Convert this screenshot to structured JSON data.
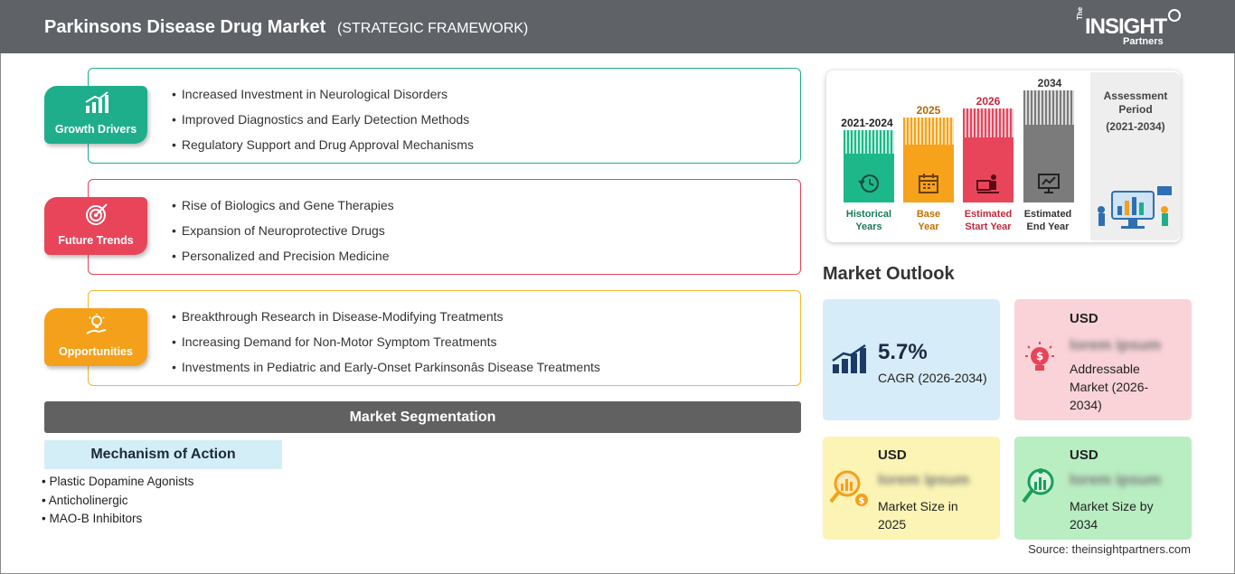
{
  "header": {
    "title": "Parkinsons Disease Drug Market",
    "subtitle": "(STRATEGIC FRAMEWORK)",
    "logo_the": "The",
    "logo_main": "INSIGHT",
    "logo_sub": "Partners"
  },
  "categories": [
    {
      "label": "Growth Drivers",
      "color": "#1fae8c",
      "icon": "bar-growth-icon",
      "items": [
        "Increased Investment in Neurological Disorders",
        "Improved Diagnostics and Early Detection Methods",
        "Regulatory Support and Drug Approval Mechanisms"
      ]
    },
    {
      "label": "Future Trends",
      "color": "#e8455a",
      "icon": "target-icon",
      "items": [
        "Rise of Biologics and Gene Therapies",
        "Expansion of Neuroprotective Drugs",
        "Personalized and Precision Medicine"
      ]
    },
    {
      "label": "Opportunities",
      "color": "#f5a01a",
      "icon": "lightbulb-hand-icon",
      "items": [
        "Breakthrough Research in Disease-Modifying Treatments",
        "Increasing Demand for Non-Motor Symptom Treatments",
        "Investments in Pediatric and Early-Onset Parkinsonâs Disease Treatments"
      ]
    }
  ],
  "segmentation": {
    "title": "Market Segmentation",
    "heading": "Mechanism of Action",
    "items": [
      "Plastic Dopamine Agonists",
      "Anticholinergic",
      "MAO-B Inhibitors"
    ]
  },
  "timeline": {
    "columns": [
      {
        "year": "2021-2024",
        "caption1": "Historical",
        "caption2": "Years",
        "color": "#1db889",
        "year_color": "#1a7a5c",
        "icon": "history-icon"
      },
      {
        "year": "2025",
        "caption1": "Base",
        "caption2": "Year",
        "color": "#f7a21b",
        "year_color": "#b36b00",
        "icon": "calendar-icon"
      },
      {
        "year": "2026",
        "caption1": "Estimated",
        "caption2": "Start Year",
        "color": "#e8455a",
        "year_color": "#c2283d",
        "icon": "presentation-icon"
      },
      {
        "year": "2034",
        "caption1": "Estimated",
        "caption2": "End Year",
        "color": "#7b7b7b",
        "year_color": "#333333",
        "icon": "monitor-chart-icon"
      }
    ],
    "assessment_label": "Assessment Period",
    "assessment_range": "(2021-2034)"
  },
  "outlook": {
    "title": "Market Outlook",
    "cagr_value": "5.7%",
    "cagr_label": "CAGR (2026-2034)",
    "addressable_usd": "USD",
    "addressable_value": "lorem ipsum",
    "addressable_label": "Addressable Market (2026-2034)",
    "size2025_usd": "USD",
    "size2025_value": "lorem ipsum",
    "size2025_label": "Market Size in 2025",
    "size2034_usd": "USD",
    "size2034_value": "lorem ipsum",
    "size2034_label": "Market Size by 2034"
  },
  "source": "Source: theinsightpartners.com"
}
